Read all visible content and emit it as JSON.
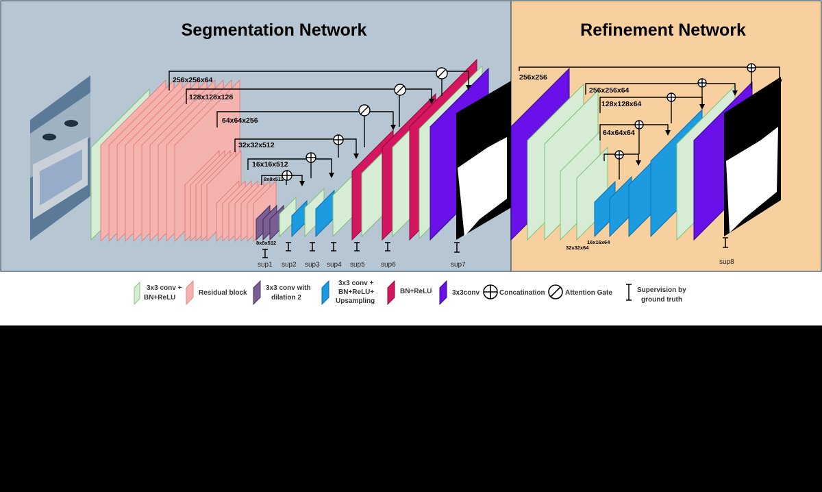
{
  "titles": {
    "segmentation": "Segmentation Network",
    "refinement": "Refinement Network"
  },
  "segmentation_dims": [
    "256x256x64",
    "128x128x128",
    "64x64x256",
    "32x32x512",
    "16x16x512",
    "8x8x512",
    "8x8x512"
  ],
  "refinement_dims": [
    "256x256",
    "256x256x64",
    "128x128x64",
    "64x64x64",
    "32x32x64",
    "16x16x64"
  ],
  "supervision_labels": [
    "sup1",
    "sup2",
    "sup3",
    "sup4",
    "sup5",
    "sup6",
    "sup7",
    "sup8"
  ],
  "legend": {
    "conv_bn_relu": [
      "3x3 conv +",
      "BN+ReLU"
    ],
    "residual": "Residual block",
    "dilated_conv": [
      "3x3 conv with",
      "dilation 2"
    ],
    "upsampling": [
      "3x3 conv +",
      "BN+ReLU+",
      "Upsampling"
    ],
    "bn_relu": "BN+ReLU",
    "conv3x3": "3x3conv",
    "concatenation": "Concatination",
    "attention_gate": "Attention Gate",
    "supervision": [
      "Supervision by",
      "ground truth"
    ]
  },
  "colors": {
    "segmentation_bg": "#b7c6d3",
    "refinement_bg": "#f8d0a0",
    "conv_bn_relu": "#d6ecd4",
    "residual": "#f5b3b0",
    "dilated_conv": "#7b5e93",
    "upsampling": "#1c9be0",
    "bn_relu": "#d4155f",
    "conv3x3": "#6a10e8"
  }
}
